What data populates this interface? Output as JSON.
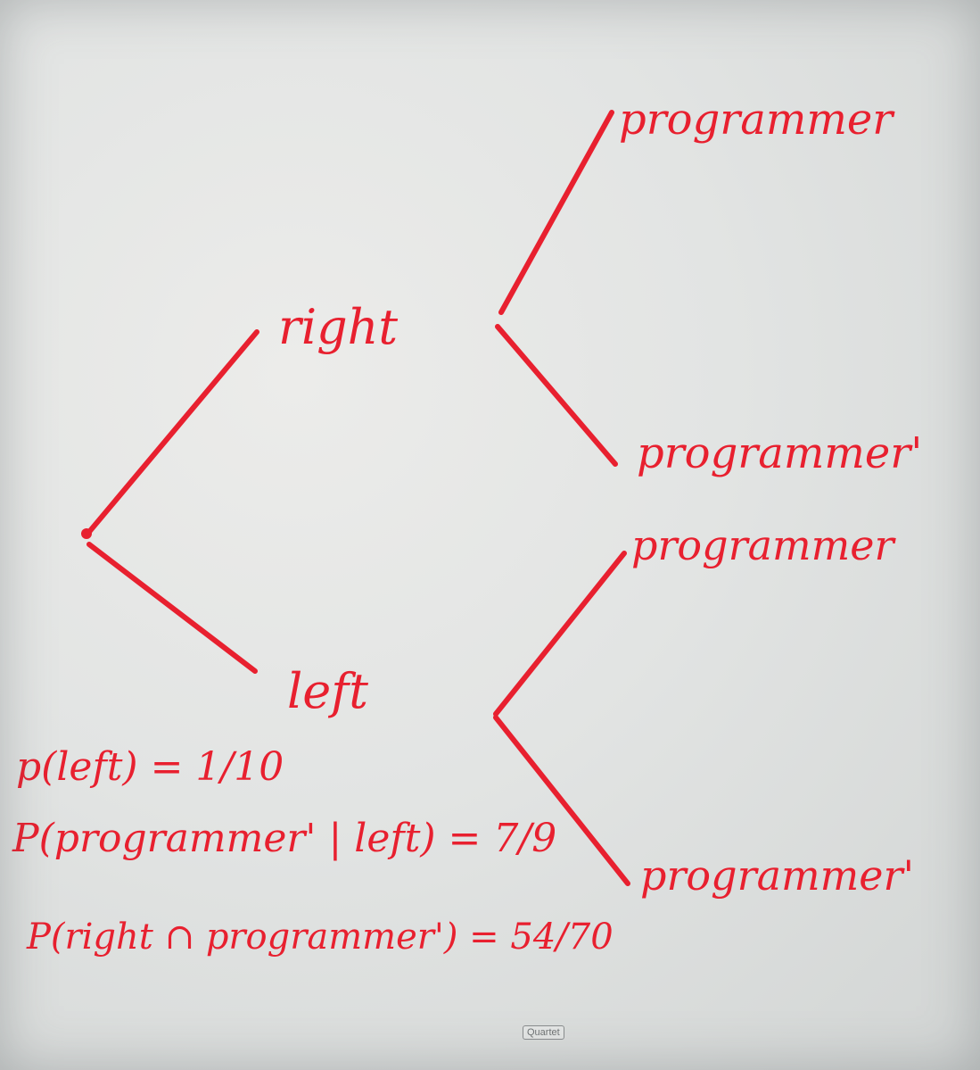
{
  "tree": {
    "level1": {
      "upper": "right",
      "lower": "left"
    },
    "level2": {
      "right_upper": "programmer",
      "right_lower": "programmer'",
      "left_upper": "programmer",
      "left_lower": "programmer'"
    }
  },
  "formulas": [
    "p(left) = 1/10",
    "P(programmer' | left) = 7/9",
    "P(right ∩ programmer') = 54/70"
  ],
  "brand": "Quartet",
  "colors": {
    "ink": "#e8202f",
    "board": "#e2e4e3"
  }
}
